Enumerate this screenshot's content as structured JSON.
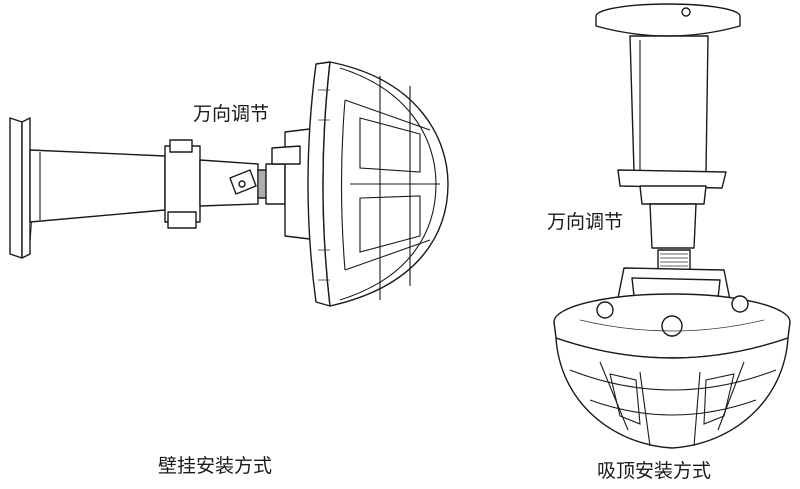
{
  "labels": {
    "wall_adjust": "万向调节",
    "ceiling_adjust": "万向调节",
    "wall_mount_mode": "壁挂安装方式",
    "ceiling_mount_mode": "吸顶安装方式"
  },
  "colors": {
    "line": "#1a1a1a",
    "background": "#ffffff"
  }
}
